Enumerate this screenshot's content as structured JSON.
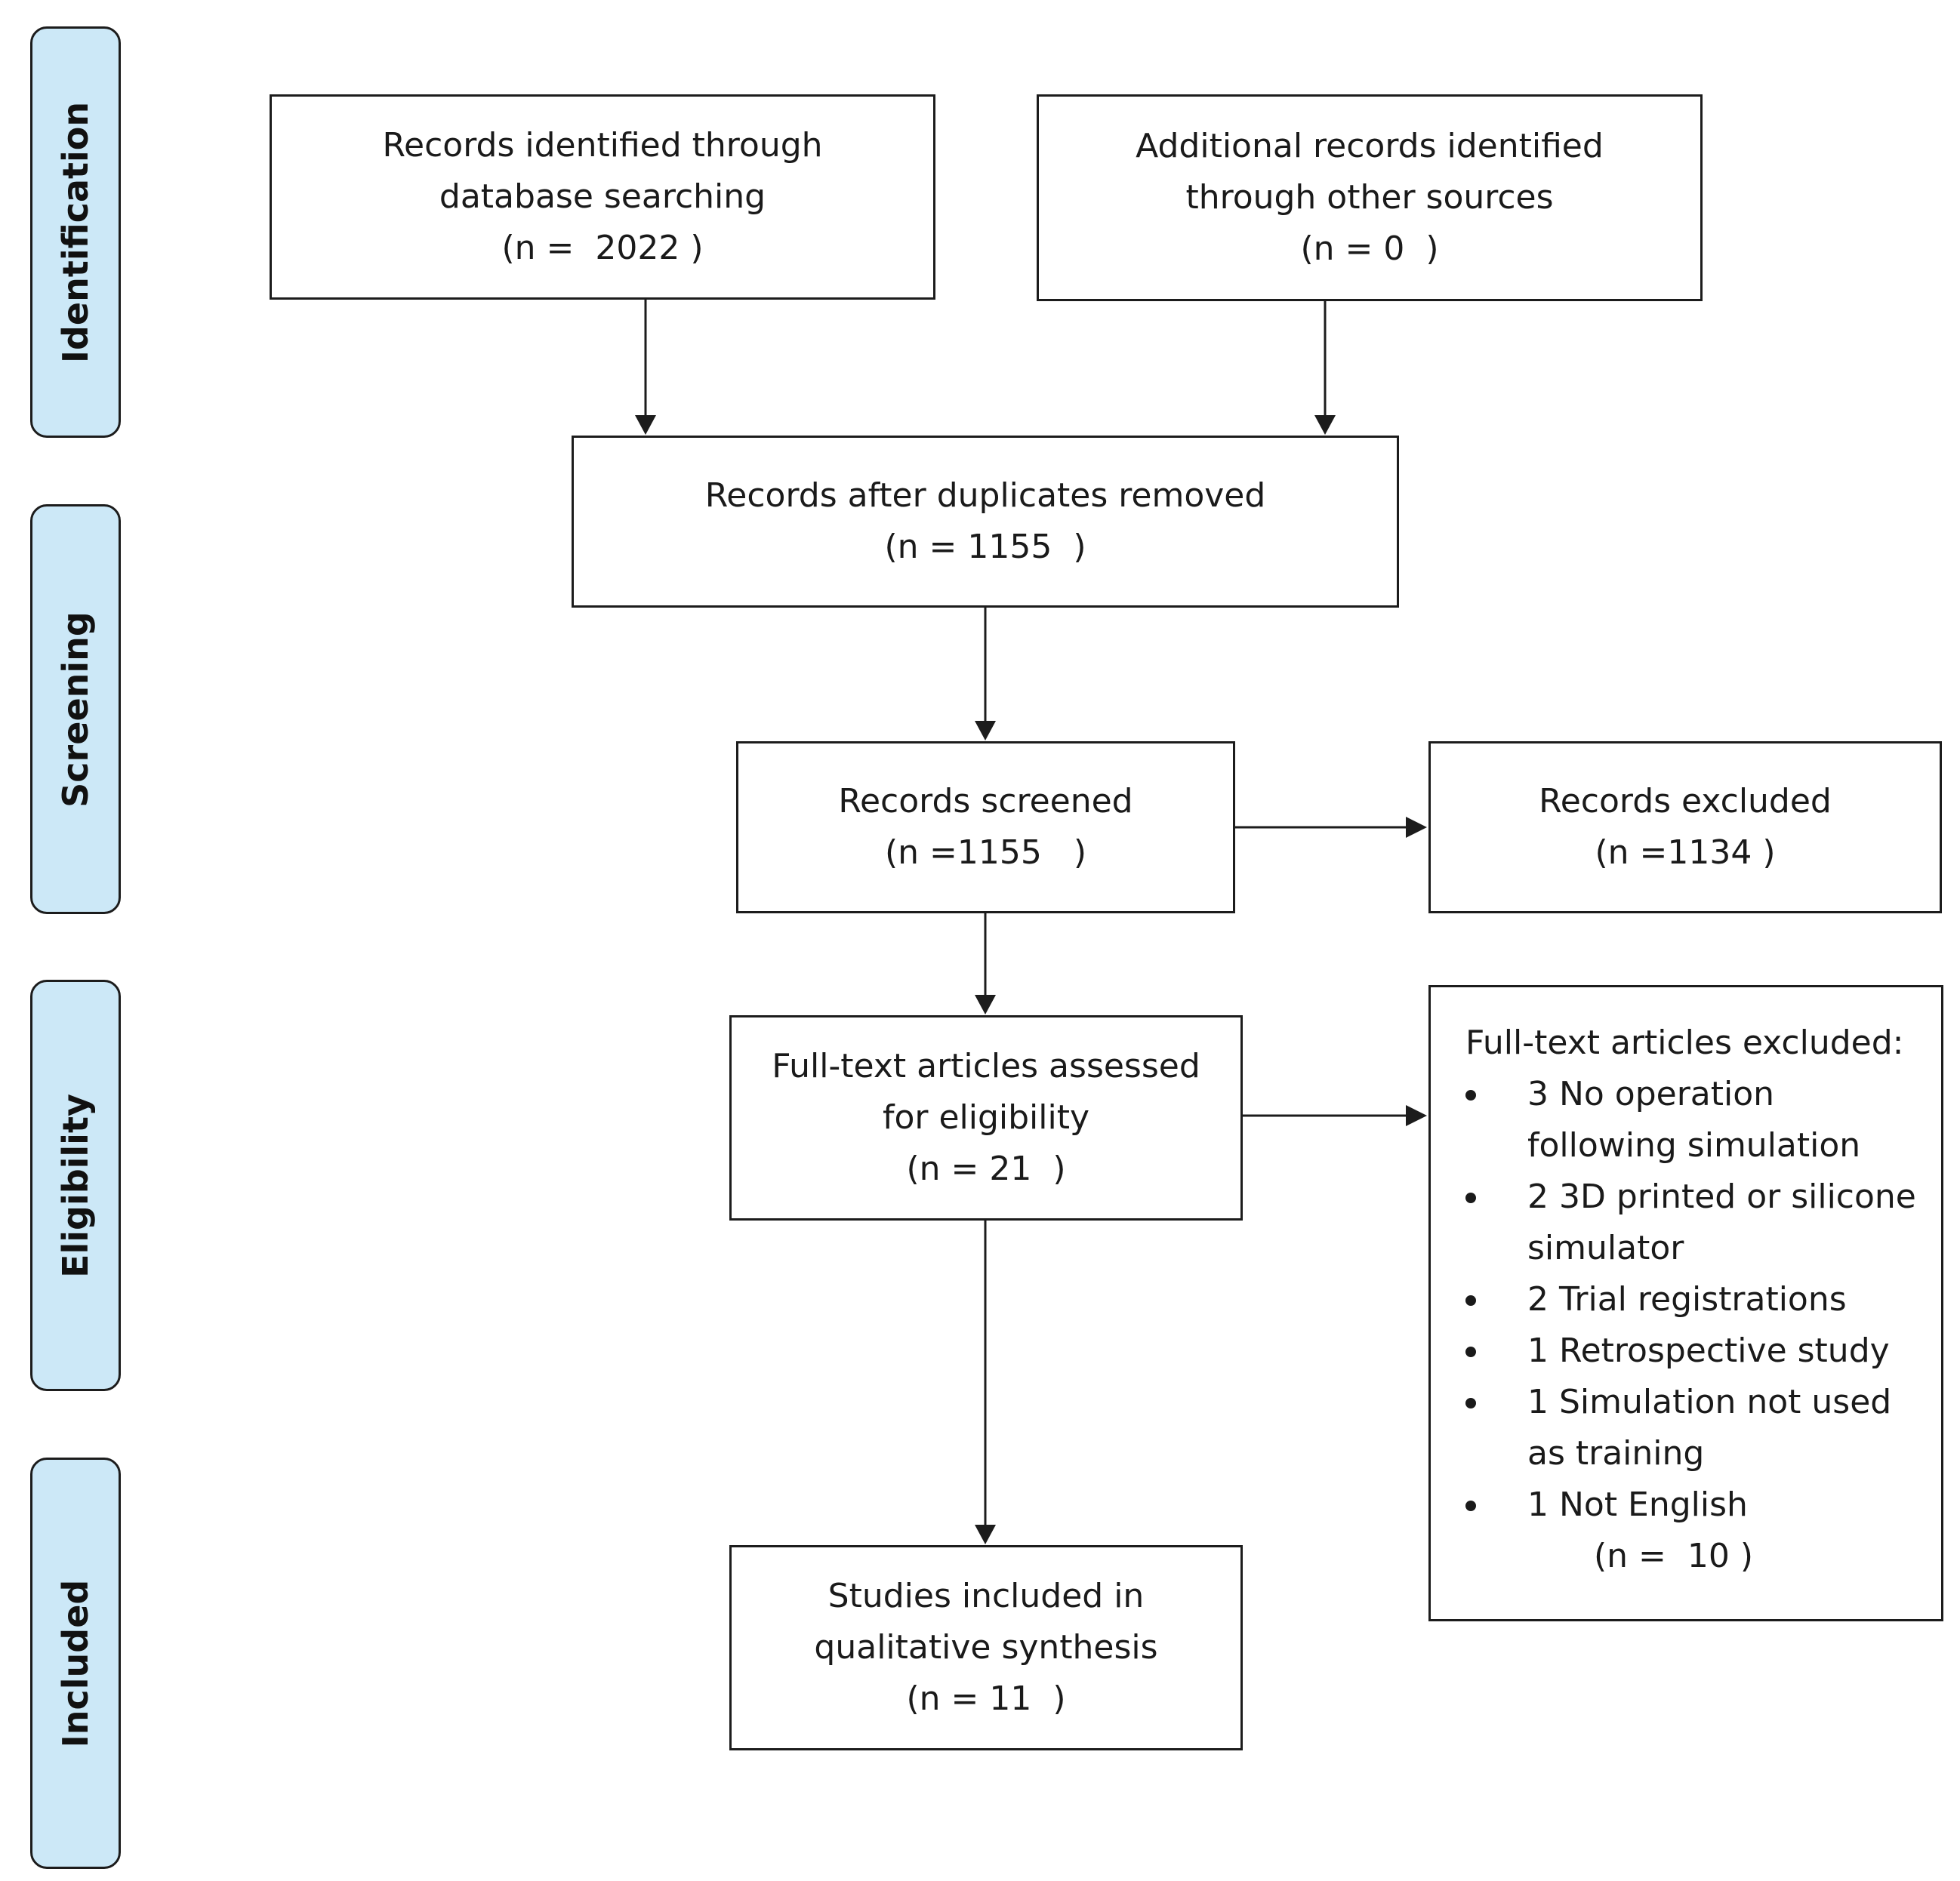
{
  "phases": {
    "identification": "Identification",
    "screening": "Screening",
    "eligibility": "Eligibility",
    "included": "Included"
  },
  "boxes": {
    "database": {
      "line1": "Records identified through",
      "line2": "database searching",
      "line3": "(n =  2022 )"
    },
    "other_sources": {
      "line1": "Additional records identified",
      "line2": "through other sources",
      "line3": "(n = 0  )"
    },
    "duplicates_removed": {
      "line1": "Records after duplicates removed",
      "line2": "(n = 1155  )"
    },
    "screened": {
      "line1": "Records screened",
      "line2": "(n =1155   )"
    },
    "excluded": {
      "line1": "Records excluded",
      "line2": "(n =1134 )"
    },
    "fulltext_assessed": {
      "line1": "Full-text articles assessed",
      "line2": "for eligibility",
      "line3": "(n = 21  )"
    },
    "fulltext_excluded": {
      "title": "Full-text articles excluded:",
      "reasons": [
        "3 No operation following simulation",
        "2 3D printed or silicone simulator",
        "2 Trial registrations",
        "1 Retrospective study",
        "1 Simulation not used as training",
        "1 Not English"
      ],
      "count": "(n =  10 )"
    },
    "included_studies": {
      "line1": "Studies included in",
      "line2": "qualitative synthesis",
      "line3": "(n = 11  )"
    }
  }
}
